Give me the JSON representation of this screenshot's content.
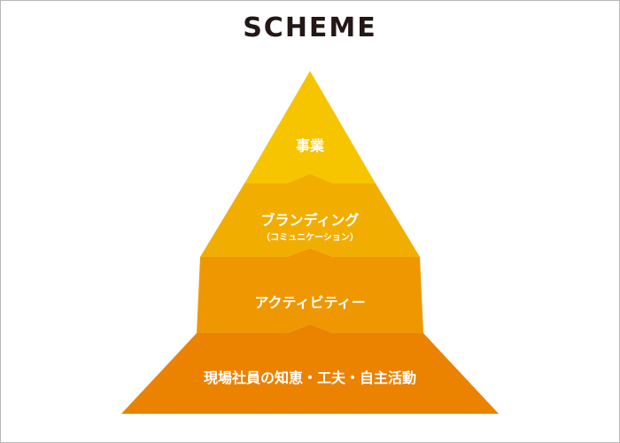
{
  "title": "SCHEME",
  "layers": [
    {
      "label": "事業",
      "sublabel": "",
      "color": "#f6c500"
    },
    {
      "label": "ブランディング",
      "sublabel": "（コミュニケーション）",
      "color": "#f2ae00"
    },
    {
      "label": "アクティビティー",
      "sublabel": "",
      "color": "#ef9700"
    },
    {
      "label": "現場社員の知恵・工夫・自主活動",
      "sublabel": "",
      "color": "#eb8200"
    }
  ]
}
